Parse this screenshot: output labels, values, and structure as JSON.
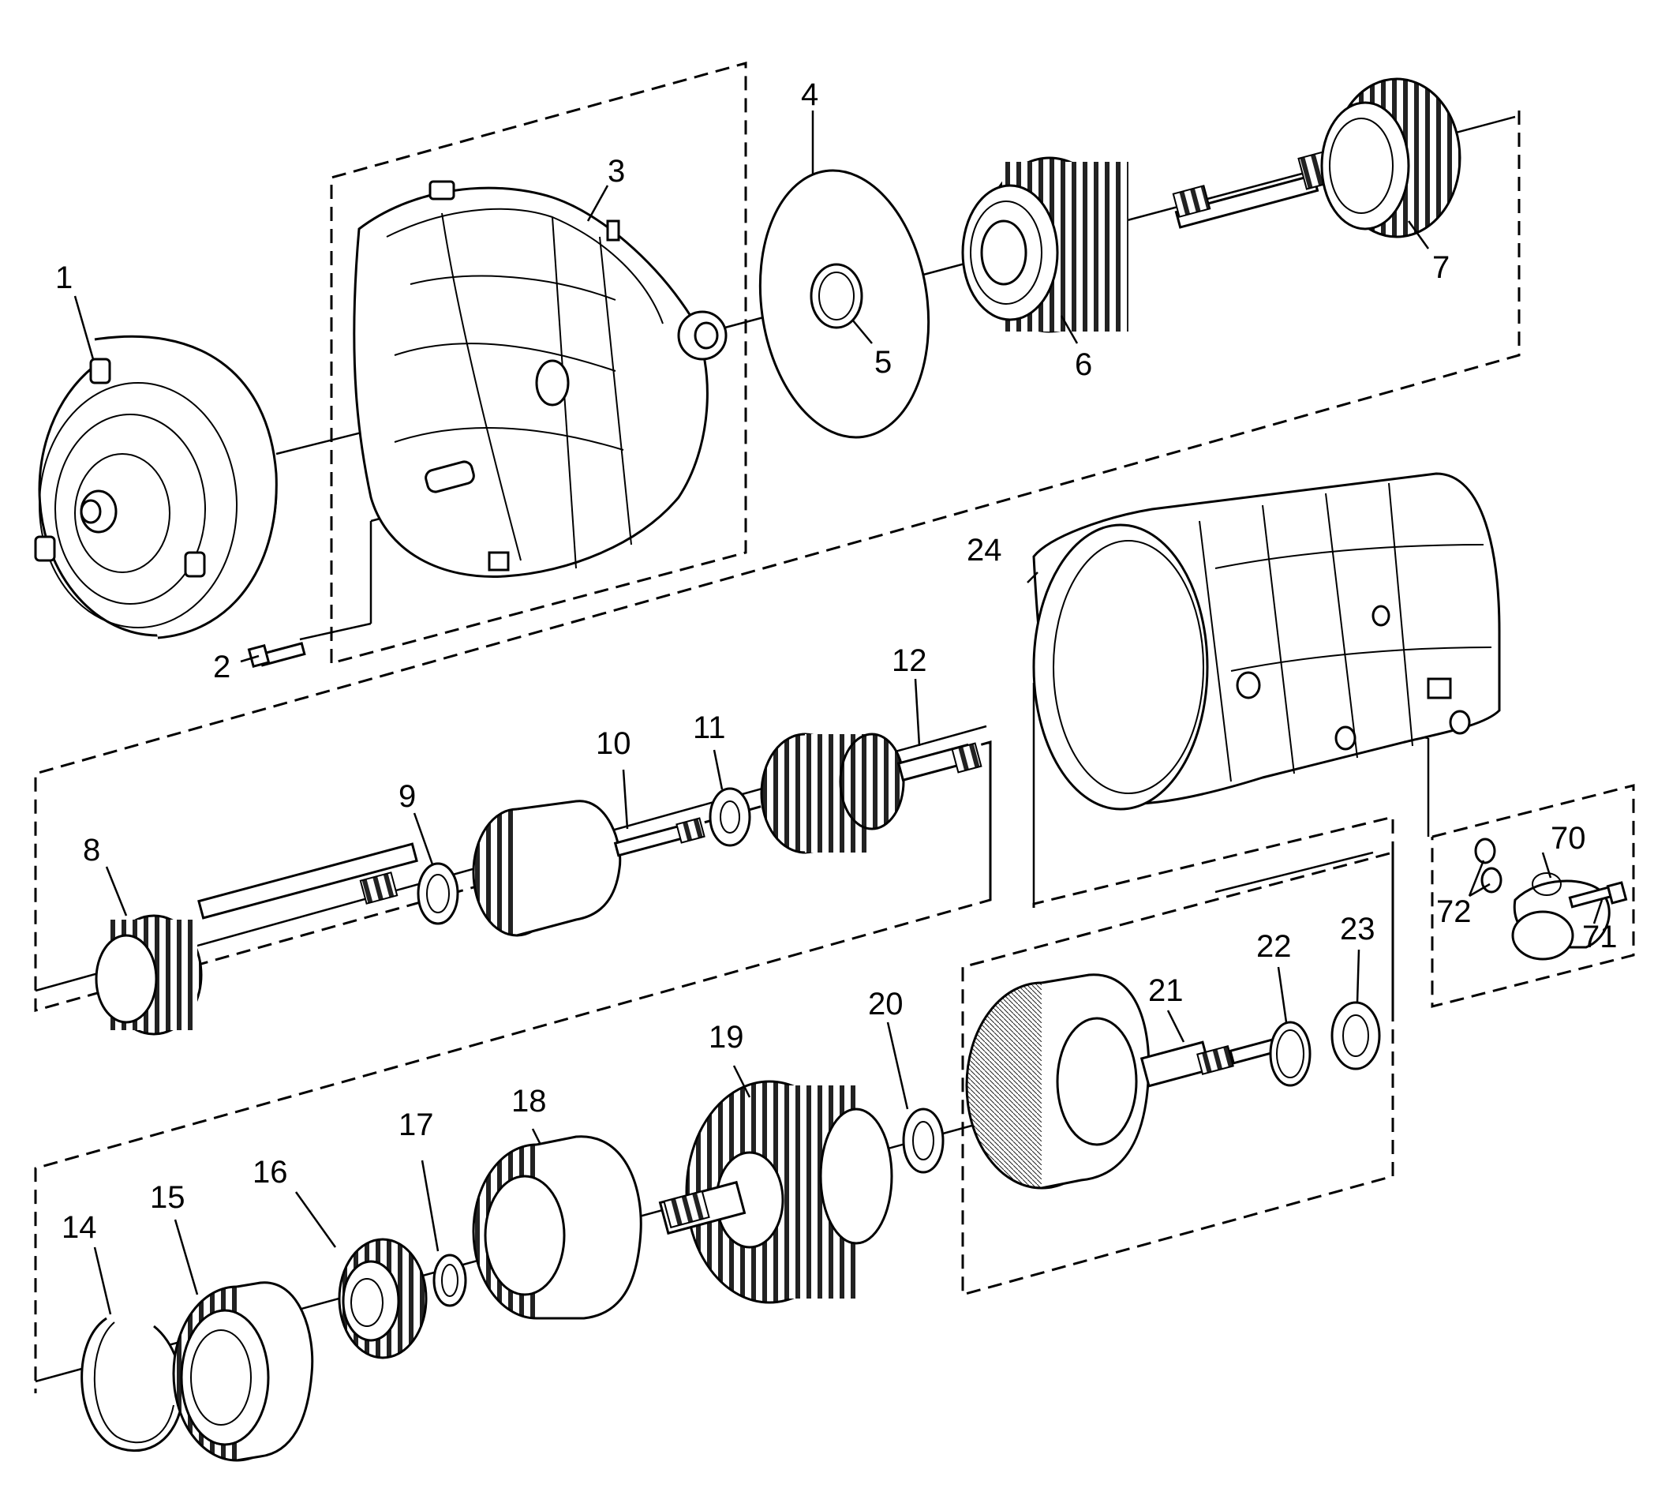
{
  "diagram": {
    "callouts": [
      "1",
      "2",
      "3",
      "4",
      "5",
      "6",
      "7",
      "8",
      "9",
      "10",
      "11",
      "12",
      "14",
      "15",
      "16",
      "17",
      "18",
      "19",
      "20",
      "21",
      "22",
      "23",
      "24",
      "70",
      "71",
      "72"
    ]
  },
  "colors": {
    "ink": "#000000",
    "paper": "#ffffff"
  }
}
